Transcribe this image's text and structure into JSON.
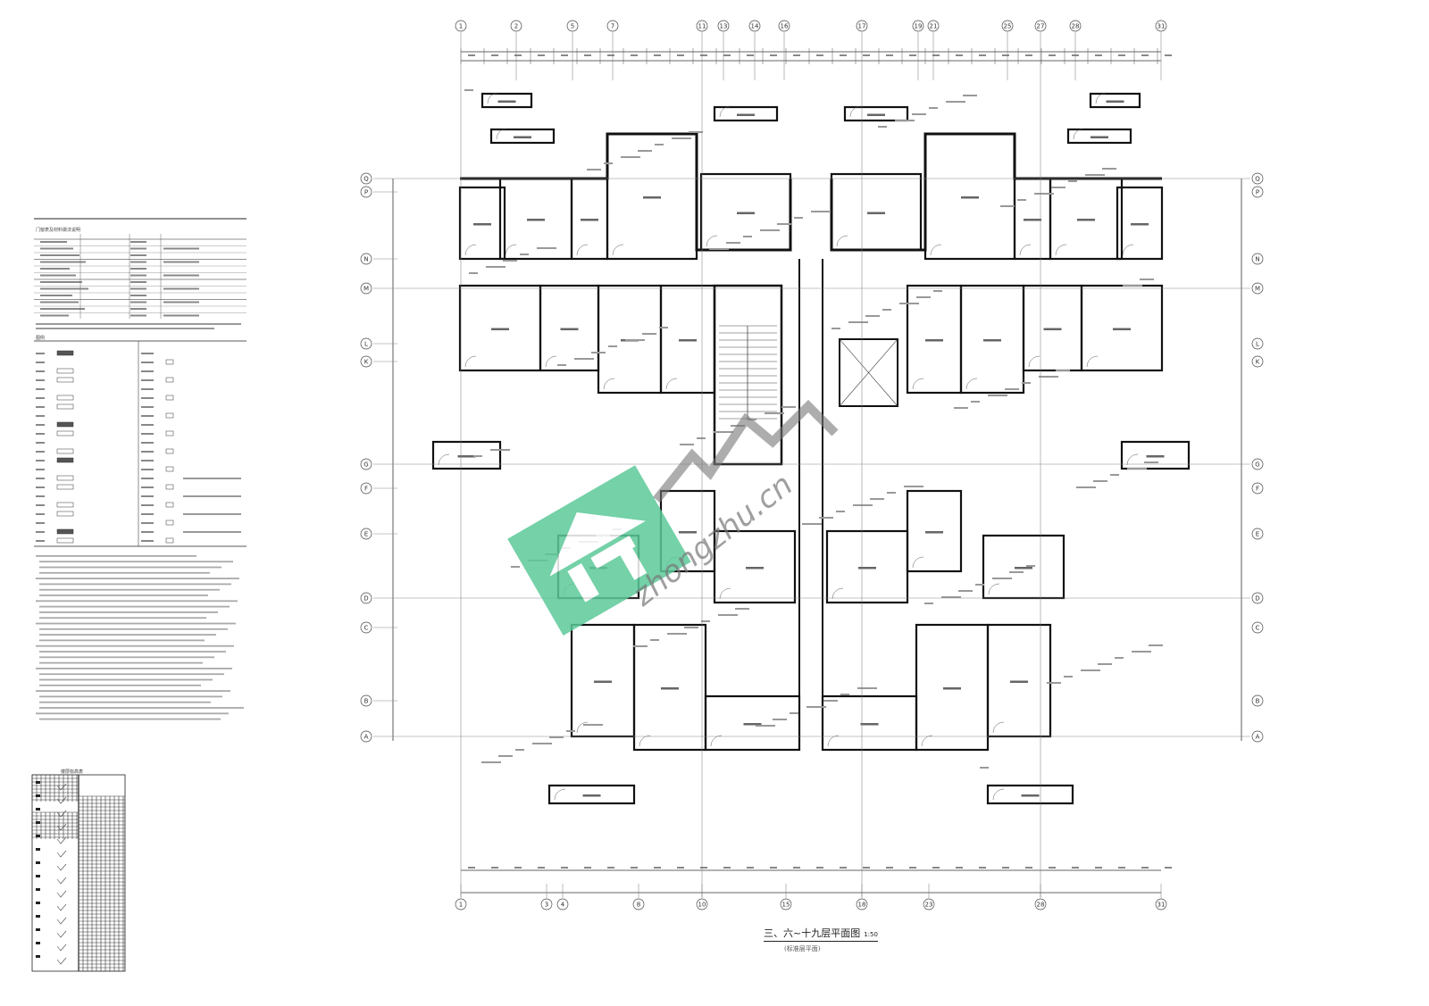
{
  "drawing": {
    "title": "三、六~十九层平面图",
    "scale": "1:50",
    "subtitle": "(标准层平面)",
    "watermark_text": "zhongzhu.cn",
    "watermark_color": "#5cc99a"
  },
  "axes": {
    "top": [
      "1",
      "2",
      "5",
      "7",
      "11",
      "13",
      "14",
      "16",
      "17",
      "19",
      "21",
      "25",
      "27",
      "28",
      "31"
    ],
    "bottom": [
      "1",
      "3",
      "4",
      "8",
      "10",
      "15",
      "18",
      "23",
      "28",
      "31"
    ],
    "left": [
      "Q",
      "P",
      "N",
      "M",
      "L",
      "K",
      "G",
      "F",
      "E",
      "D",
      "C",
      "B",
      "A"
    ],
    "right": [
      "Q",
      "P",
      "N",
      "M",
      "L",
      "K",
      "G",
      "F",
      "E",
      "D",
      "C",
      "B",
      "A"
    ]
  },
  "left_panel": {
    "table_heading": "门窗表及材料做法说明",
    "legend_heading": "图例",
    "level_table_heading": "楼层标高表"
  }
}
